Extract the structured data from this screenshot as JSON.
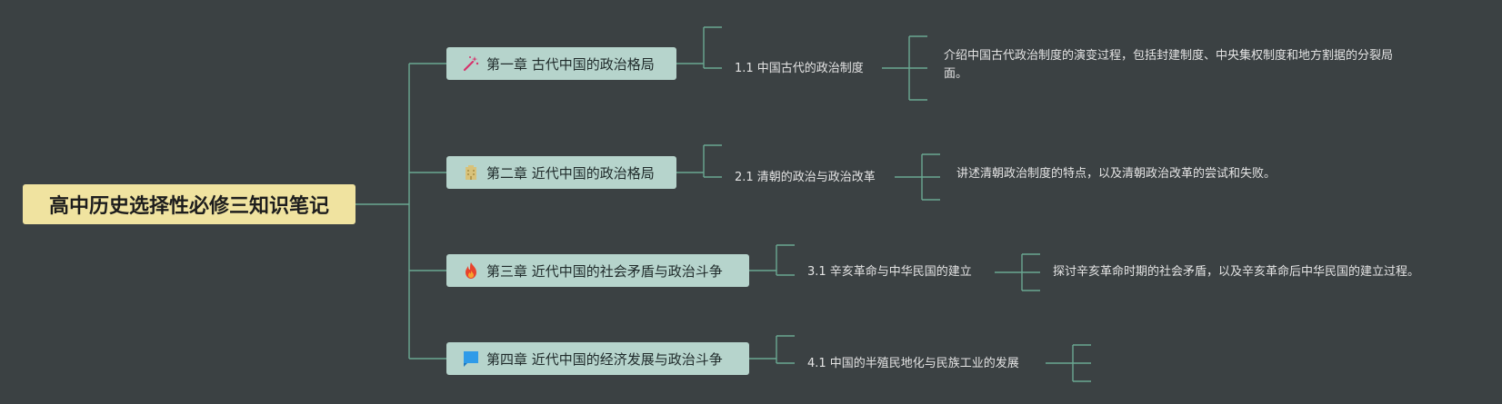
{
  "root": {
    "title": "高中历史选择性必修三知识笔记"
  },
  "chapters": [
    {
      "label": "第一章 古代中国的政治格局",
      "icon": "magic-wand-icon",
      "section": "1.1 中国古代的政治制度",
      "description": "介绍中国古代政治制度的演变过程，包括封建制度、中央集权制度和地方割据的分裂局面。"
    },
    {
      "label": "第二章 近代中国的政治格局",
      "icon": "building-icon",
      "section": "2.1 清朝的政治与政治改革",
      "description": "讲述清朝政治制度的特点，以及清朝政治改革的尝试和失败。"
    },
    {
      "label": "第三章 近代中国的社会矛盾与政治斗争",
      "icon": "fire-icon",
      "section": "3.1 辛亥革命与中华民国的建立",
      "description": "探讨辛亥革命时期的社会矛盾，以及辛亥革命后中华民国的建立过程。"
    },
    {
      "label": "第四章 近代中国的经济发展与政治斗争",
      "icon": "flag-icon",
      "section": "4.1 中国的半殖民地化与民族工业的发展",
      "description": ""
    }
  ],
  "colors": {
    "background": "#3b4143",
    "connector": "#6aa892",
    "root_fill": "#f0e3a0",
    "chapter_fill": "#b6d4cc"
  }
}
